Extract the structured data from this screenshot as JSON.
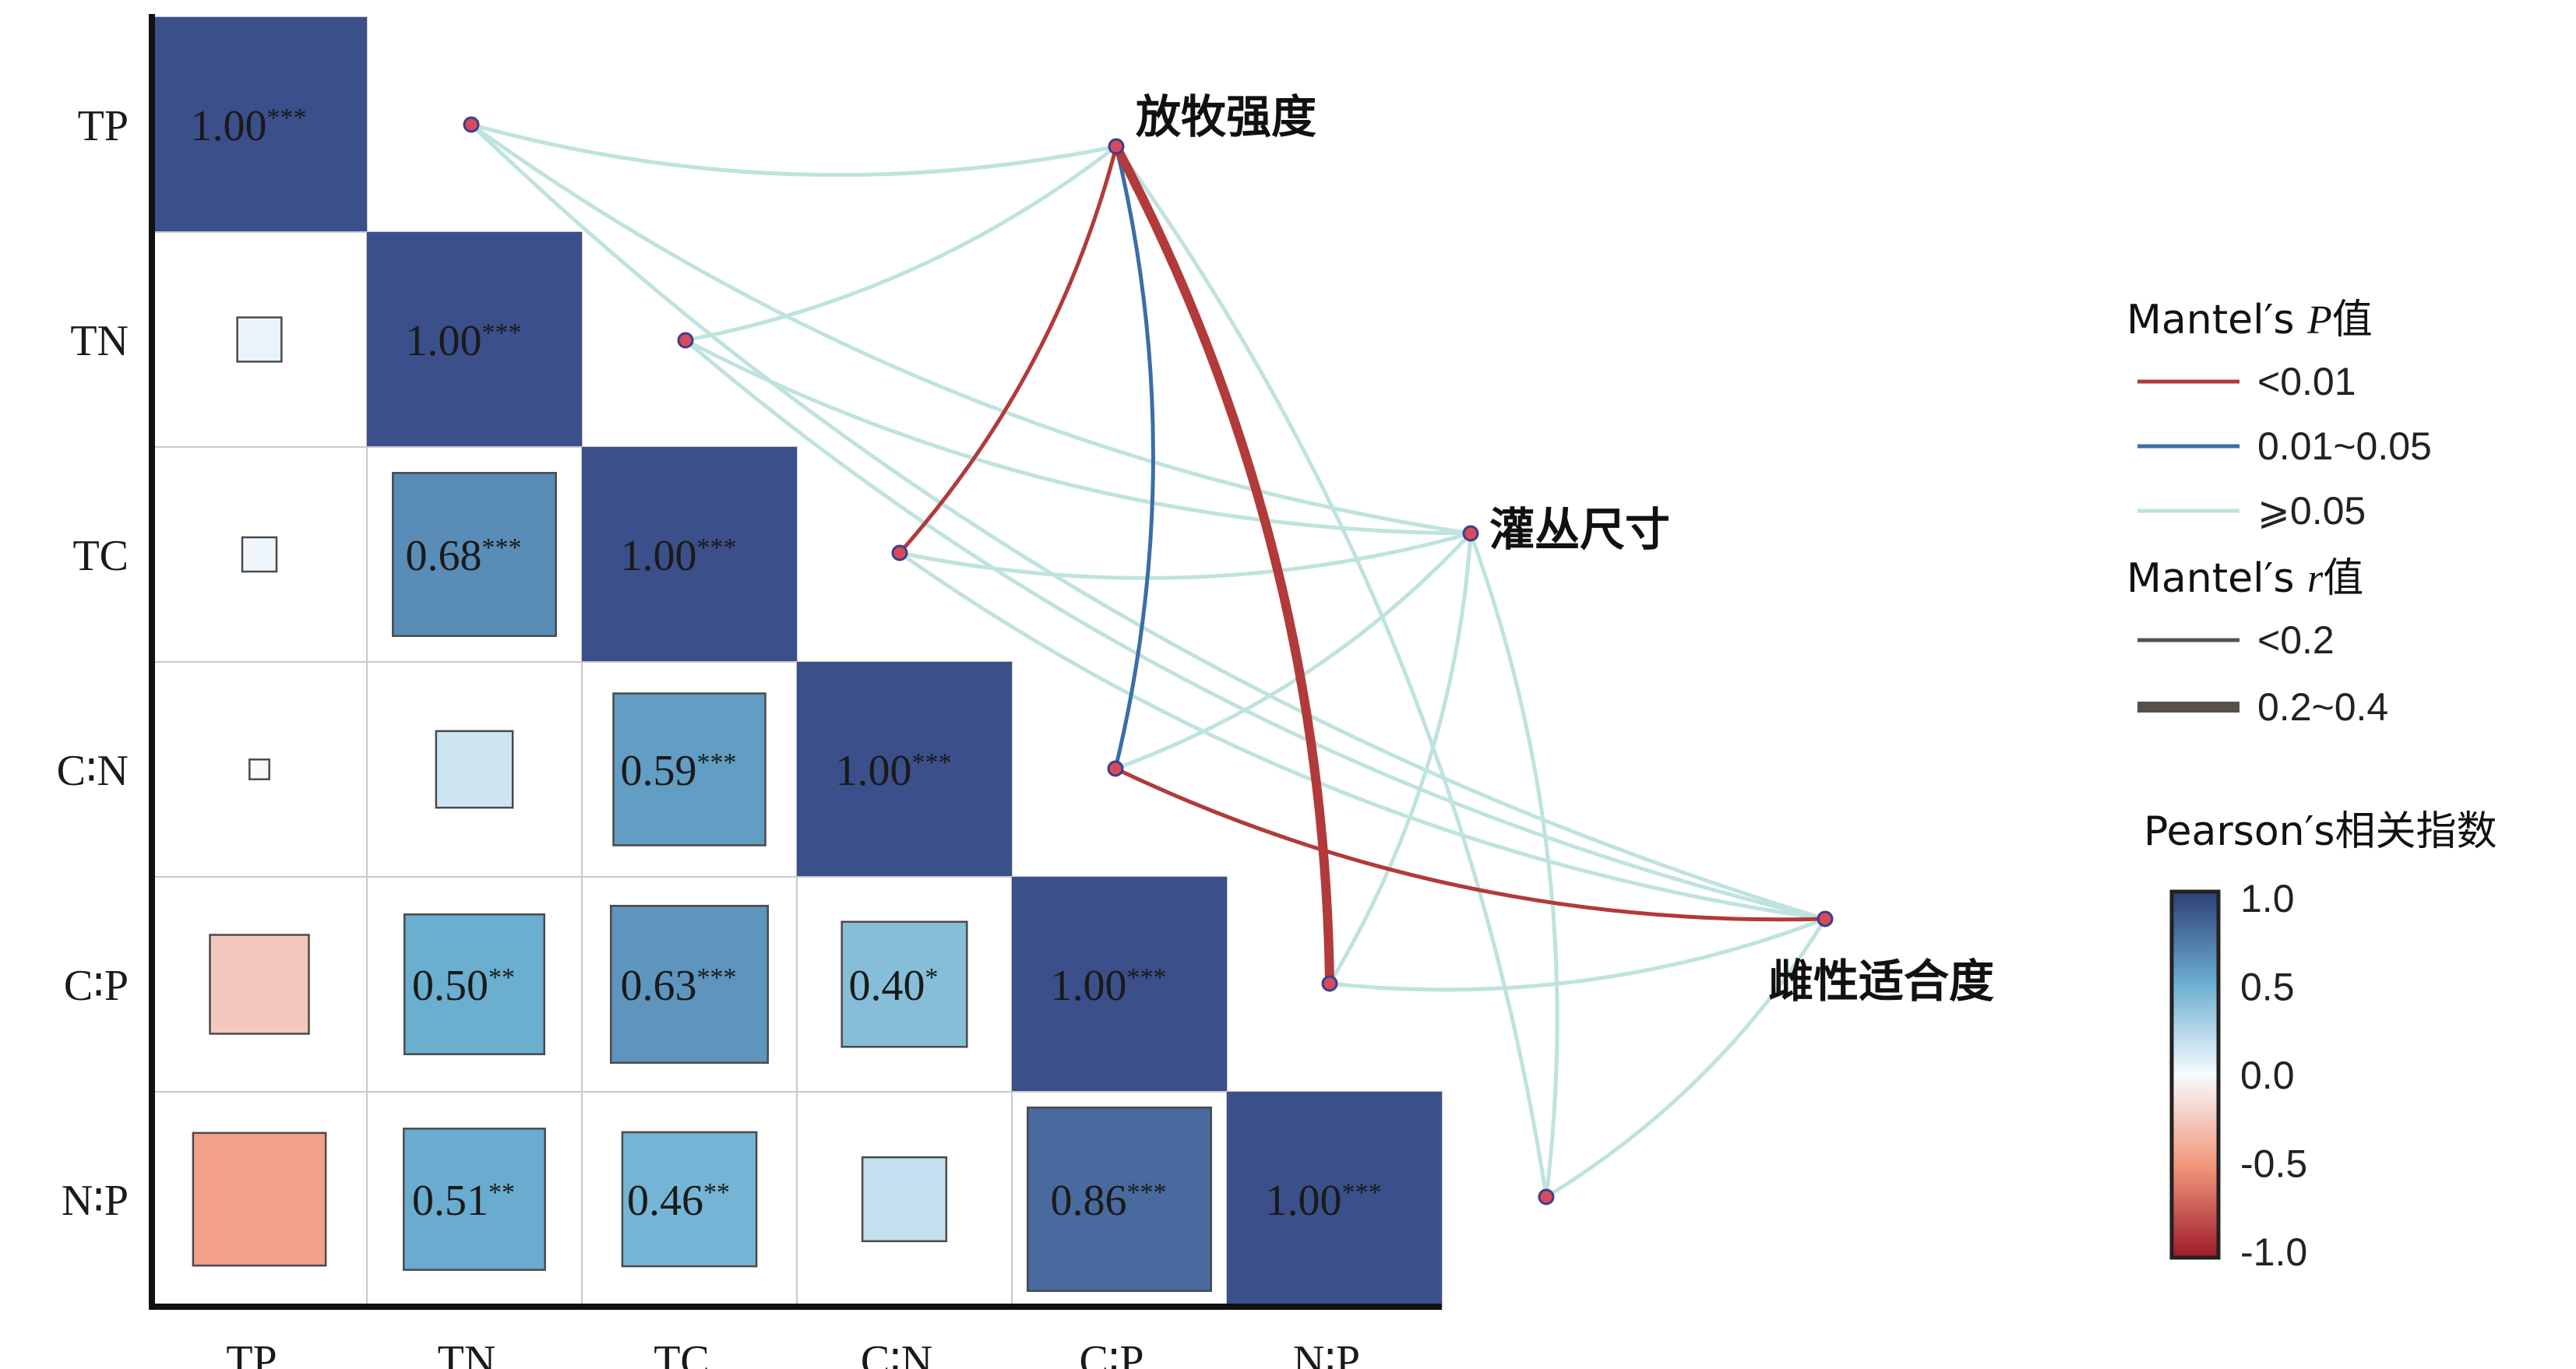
{
  "chart_data": {
    "type": "heatmap",
    "variables": [
      "TP",
      "TN",
      "TC",
      "C∶N",
      "C∶P",
      "N∶P"
    ],
    "correlation_matrix": [
      [
        1.0,
        null,
        null,
        null,
        null,
        null
      ],
      [
        0.05,
        1.0,
        null,
        null,
        null,
        null
      ],
      [
        0.03,
        0.68,
        1.0,
        null,
        null,
        null
      ],
      [
        -0.01,
        0.15,
        0.59,
        1.0,
        null,
        null
      ],
      [
        -0.25,
        0.5,
        0.63,
        0.4,
        1.0,
        null
      ],
      [
        -0.45,
        0.51,
        0.46,
        0.18,
        0.86,
        1.0
      ]
    ],
    "cell_labels": [
      [
        "1.00",
        "",
        "",
        "",
        "",
        ""
      ],
      [
        "",
        "1.00",
        "",
        "",
        "",
        ""
      ],
      [
        "",
        "0.68",
        "1.00",
        "",
        "",
        ""
      ],
      [
        "",
        "",
        "0.59",
        "1.00",
        "",
        ""
      ],
      [
        "",
        "0.50",
        "0.63",
        "0.40",
        "1.00",
        ""
      ],
      [
        "",
        "0.51",
        "0.46",
        "",
        "0.86",
        "1.00"
      ]
    ],
    "significance": [
      [
        "***",
        "",
        "",
        "",
        "",
        ""
      ],
      [
        "",
        "***",
        "",
        "",
        "",
        ""
      ],
      [
        "",
        "***",
        "***",
        "",
        "",
        ""
      ],
      [
        "",
        "",
        "***",
        "***",
        "",
        ""
      ],
      [
        "",
        "**",
        "***",
        "*",
        "***",
        ""
      ],
      [
        "",
        "**",
        "**",
        "",
        "***",
        "***"
      ]
    ],
    "targets": [
      "放牧强度",
      "灌丛尺寸",
      "雌性适合度"
    ],
    "mantel_links": [
      {
        "from": "TP",
        "to": "放牧强度",
        "p_class": "≥0.05",
        "r_class": "<0.2"
      },
      {
        "from": "TP",
        "to": "灌丛尺寸",
        "p_class": "≥0.05",
        "r_class": "<0.2"
      },
      {
        "from": "TP",
        "to": "雌性适合度",
        "p_class": "≥0.05",
        "r_class": "<0.2"
      },
      {
        "from": "TN",
        "to": "放牧强度",
        "p_class": "≥0.05",
        "r_class": "<0.2"
      },
      {
        "from": "TN",
        "to": "灌丛尺寸",
        "p_class": "≥0.05",
        "r_class": "<0.2"
      },
      {
        "from": "TN",
        "to": "雌性适合度",
        "p_class": "≥0.05",
        "r_class": "<0.2"
      },
      {
        "from": "TC",
        "to": "放牧强度",
        "p_class": "<0.01",
        "r_class": "<0.2"
      },
      {
        "from": "TC",
        "to": "灌丛尺寸",
        "p_class": "≥0.05",
        "r_class": "<0.2"
      },
      {
        "from": "TC",
        "to": "雌性适合度",
        "p_class": "≥0.05",
        "r_class": "<0.2"
      },
      {
        "from": "C∶N",
        "to": "放牧强度",
        "p_class": "0.01~0.05",
        "r_class": "<0.2"
      },
      {
        "from": "C∶N",
        "to": "灌丛尺寸",
        "p_class": "≥0.05",
        "r_class": "<0.2"
      },
      {
        "from": "C∶N",
        "to": "雌性适合度",
        "p_class": "<0.01",
        "r_class": "<0.2"
      },
      {
        "from": "C∶P",
        "to": "放牧强度",
        "p_class": "<0.01",
        "r_class": "0.2~0.4"
      },
      {
        "from": "C∶P",
        "to": "灌丛尺寸",
        "p_class": "≥0.05",
        "r_class": "<0.2"
      },
      {
        "from": "C∶P",
        "to": "雌性适合度",
        "p_class": "≥0.05",
        "r_class": "<0.2"
      },
      {
        "from": "N∶P",
        "to": "放牧强度",
        "p_class": "≥0.05",
        "r_class": "<0.2"
      },
      {
        "from": "N∶P",
        "to": "灌丛尺寸",
        "p_class": "≥0.05",
        "r_class": "<0.2"
      },
      {
        "from": "N∶P",
        "to": "雌性适合度",
        "p_class": "≥0.05",
        "r_class": "<0.2"
      }
    ],
    "legend": {
      "p_title_prefix": "Mantel′s ",
      "p_title_italic": "P",
      "p_title_suffix": "值",
      "p_items": [
        {
          "label": "<0.01",
          "color": "#b23a3a"
        },
        {
          "label": "0.01~0.05",
          "color": "#3a6ea5"
        },
        {
          "label": "⩾0.05",
          "color": "#bfe3de"
        }
      ],
      "r_title_prefix": "Mantel′s ",
      "r_title_italic": "r",
      "r_title_suffix": "值",
      "r_items": [
        {
          "label": "<0.2",
          "width": "thin"
        },
        {
          "label": "0.2~0.4",
          "width": "thick"
        }
      ],
      "colorbar_title": "Pearson′s相关指数",
      "colorbar_ticks": [
        "1.0",
        "0.5",
        "0.0",
        "-0.5",
        "-1.0"
      ],
      "colorbar_range": [
        -1.0,
        1.0
      ]
    },
    "colors": {
      "strong_positive": "#3b4f8a",
      "positive": "#6aa6c8",
      "neutral": "#ffffff",
      "negative": "#f2a58a",
      "strong_negative": "#b2182b",
      "r_line": "#555049"
    }
  }
}
